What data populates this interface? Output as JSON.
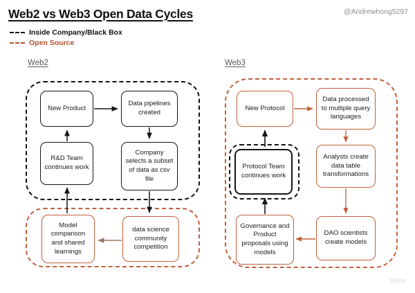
{
  "header": {
    "title": "Web2 vs Web3 Open Data Cycles",
    "handle": "@Andrewhong5297"
  },
  "legend": {
    "items": [
      {
        "label": "Inside Company/Black Box",
        "color": "#111111",
        "style": "dashed"
      },
      {
        "label": "Open Source",
        "color": "#b4502f",
        "style": "dashed"
      }
    ]
  },
  "sections": {
    "web2": {
      "label": "Web2"
    },
    "web3": {
      "label": "Web3"
    }
  },
  "web2": {
    "closed_group": {
      "name": "Inside Company/Black Box",
      "border_color": "#111111"
    },
    "open_group": {
      "name": "Open Source",
      "border_color": "#c0603c"
    },
    "nodes": [
      {
        "id": "new-product",
        "label": "New Product",
        "border": "#141414"
      },
      {
        "id": "data-pipelines",
        "label": "Data pipelines created",
        "border": "#141414"
      },
      {
        "id": "rd-team",
        "label": "R&D Team continues work",
        "border": "#141414"
      },
      {
        "id": "company-csv",
        "label": "Company selects a subset of data as csv file",
        "border": "#141414"
      },
      {
        "id": "model-comparison",
        "label": "Model comparison and shared learnings",
        "border": "#c0603c"
      },
      {
        "id": "ds-community",
        "label": "data science community competition",
        "border": "#c0603c"
      }
    ]
  },
  "web3": {
    "open_group": {
      "name": "Open Source",
      "border_color": "#c0603c"
    },
    "closed_group": {
      "name": "Inside Company/Black Box",
      "border_color": "#111111"
    },
    "nodes": [
      {
        "id": "new-protocol",
        "label": "New Protocol",
        "border": "#c0603c"
      },
      {
        "id": "data-processed",
        "label": "Data processed to multiple query languages",
        "border": "#c0603c"
      },
      {
        "id": "protocol-team",
        "label": "Protocol Team continues work",
        "border": "#141414"
      },
      {
        "id": "analysts",
        "label": "Analysts create data table transformations",
        "border": "#c0603c"
      },
      {
        "id": "governance",
        "label": "Governance and Product proposals using models",
        "border": "#c0603c"
      },
      {
        "id": "dao-scientists",
        "label": "DAO scientists create models",
        "border": "#c0603c"
      }
    ]
  },
  "watermark": {
    "text": "miro"
  },
  "colors": {
    "orange": "#c0603c",
    "orange_text": "#b4502f",
    "black": "#141414",
    "label_gray": "#55595c",
    "handle_gray": "#8d8d8d",
    "watermark_gray": "#d6d6d6",
    "background": "#ffffff"
  }
}
